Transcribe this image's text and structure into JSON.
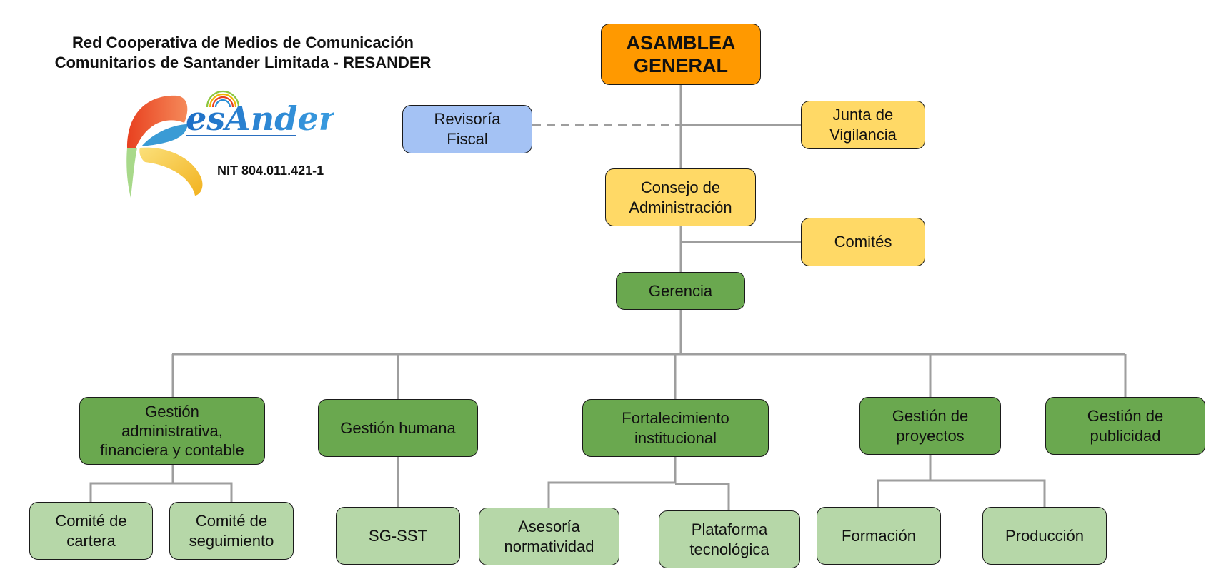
{
  "header": {
    "title": "Red Cooperativa de Medios de Comunicación\nComunitarios de Santander Limitada - RESANDER",
    "logo_text": "esAnder",
    "logo_name": "ResAnder",
    "nit": "NIT 804.011.421-1"
  },
  "colors": {
    "orange": "#FF9900",
    "yellow": "#FFD966",
    "blue": "#A4C2F4",
    "green": "#6AA84F",
    "light_green": "#B6D7A8",
    "connector": "#9E9E9E"
  },
  "nodes": {
    "asamblea": {
      "label": "ASAMBLEA\nGENERAL"
    },
    "revisoria": {
      "label": "Revisoría\nFiscal"
    },
    "junta": {
      "label": "Junta de\nVigilancia"
    },
    "consejo": {
      "label": "Consejo de\nAdministración"
    },
    "comites": {
      "label": "Comités"
    },
    "gerencia": {
      "label": "Gerencia"
    },
    "gestion_admin": {
      "label": "Gestión\nadministrativa,\nfinanciera y contable"
    },
    "gestion_humana": {
      "label": "Gestión humana"
    },
    "fortalecimiento": {
      "label": "Fortalecimiento\ninstitucional"
    },
    "gestion_proyectos": {
      "label": "Gestión de\nproyectos"
    },
    "gestion_publicidad": {
      "label": "Gestión de\npublicidad"
    },
    "comite_cartera": {
      "label": "Comité de\ncartera"
    },
    "comite_seguimiento": {
      "label": "Comité de\nseguimiento"
    },
    "sg_sst": {
      "label": "SG-SST"
    },
    "asesoria": {
      "label": "Asesoría\nnormatividad"
    },
    "plataforma": {
      "label": "Plataforma\ntecnológica"
    },
    "formacion": {
      "label": "Formación"
    },
    "produccion": {
      "label": "Producción"
    }
  },
  "relations": [
    {
      "from": "asamblea",
      "to": "consejo",
      "style": "solid"
    },
    {
      "from": "asamblea",
      "to": "junta",
      "style": "solid"
    },
    {
      "from": "asamblea",
      "to": "revisoria",
      "style": "dashed"
    },
    {
      "from": "consejo",
      "to": "gerencia",
      "style": "solid"
    },
    {
      "from": "consejo",
      "to": "comites",
      "style": "solid"
    },
    {
      "from": "gerencia",
      "to": "gestion_admin",
      "style": "solid"
    },
    {
      "from": "gerencia",
      "to": "gestion_humana",
      "style": "solid"
    },
    {
      "from": "gerencia",
      "to": "fortalecimiento",
      "style": "solid"
    },
    {
      "from": "gerencia",
      "to": "gestion_proyectos",
      "style": "solid"
    },
    {
      "from": "gerencia",
      "to": "gestion_publicidad",
      "style": "solid"
    },
    {
      "from": "gestion_admin",
      "to": "comite_cartera",
      "style": "solid"
    },
    {
      "from": "gestion_admin",
      "to": "comite_seguimiento",
      "style": "solid"
    },
    {
      "from": "gestion_humana",
      "to": "sg_sst",
      "style": "solid"
    },
    {
      "from": "fortalecimiento",
      "to": "asesoria",
      "style": "solid"
    },
    {
      "from": "fortalecimiento",
      "to": "plataforma",
      "style": "solid"
    },
    {
      "from": "gestion_proyectos",
      "to": "formacion",
      "style": "solid"
    },
    {
      "from": "gestion_proyectos",
      "to": "produccion",
      "style": "solid"
    }
  ]
}
